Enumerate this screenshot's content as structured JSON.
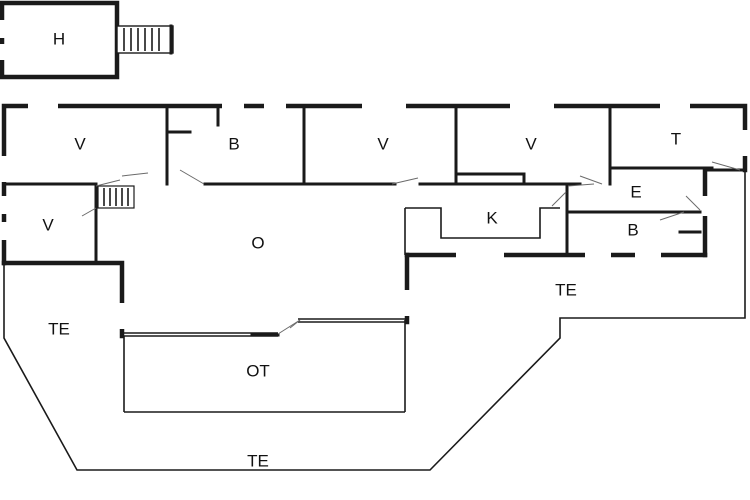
{
  "rooms": {
    "annex": "H",
    "bed1": "V",
    "bath1": "B",
    "bed2": "V",
    "bed3": "V",
    "utility": "T",
    "bed4": "V",
    "living": "O",
    "kitchen": "K",
    "hall": "E",
    "bath2": "B",
    "terrace_left": "TE",
    "terrace_right": "TE",
    "terrace_bottom": "TE",
    "covered_terrace": "OT"
  }
}
